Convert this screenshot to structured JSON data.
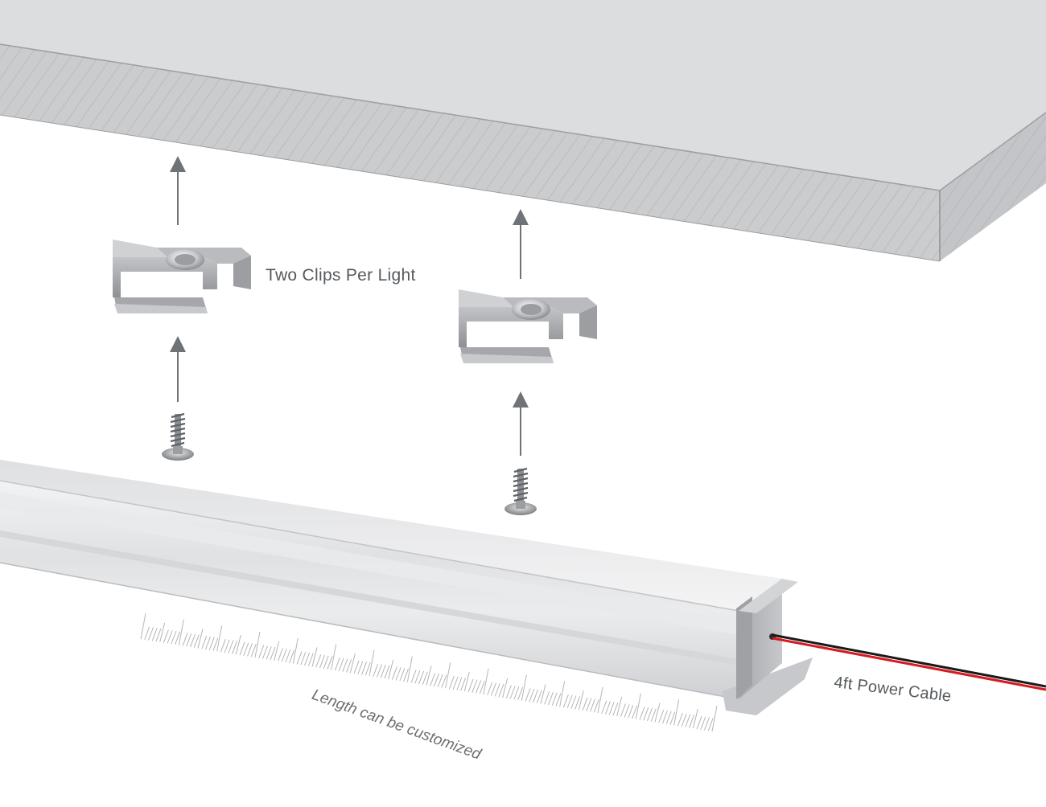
{
  "labels": {
    "clips": "Two Clips Per Light",
    "cable": "4ft Power Cable",
    "length": "Length can be customized"
  },
  "colors": {
    "surface_top": "#dcdddf",
    "surface_edge": "#c9cacc",
    "hatch": "#a9abae",
    "arrow": "#6f7377",
    "clip_metal": "#a8aaad",
    "profile": "#e4e5e7",
    "wire_red": "#d81920",
    "wire_black": "#1a1a1a"
  },
  "icons": [
    "upward-arrow-icon",
    "mounting-clip-icon",
    "screw-icon",
    "power-cable-icon"
  ]
}
